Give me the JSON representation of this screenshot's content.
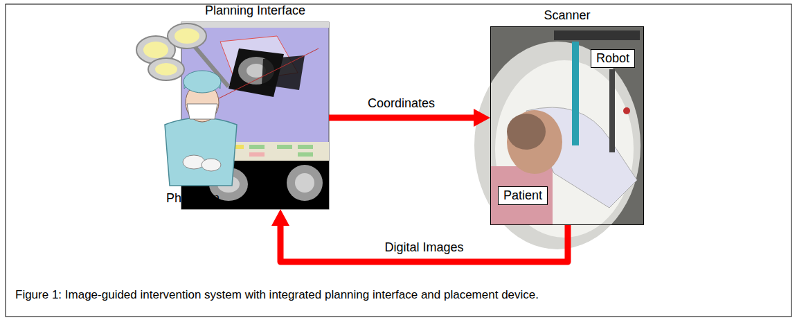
{
  "diagram": {
    "caption": "Figure 1: Image-guided intervention system with integrated planning interface and placement device.",
    "nodes": [
      {
        "text": [
          "Planning Interface"
        ]
      },
      {
        "text": [
          "Scanner"
        ]
      },
      {
        "text": [
          "Robot"
        ],
        "in": 1
      },
      {
        "text": [
          "Patient"
        ],
        "in": 1
      }
    ],
    "edges": [
      {
        "from": 0,
        "to": 1,
        "label": "Coordinates",
        "arrow": "to"
      },
      {
        "from": 1,
        "to": 0,
        "label": "Digital Images",
        "arrow": "to"
      }
    ],
    "labels": [
      "Physician"
    ]
  }
}
